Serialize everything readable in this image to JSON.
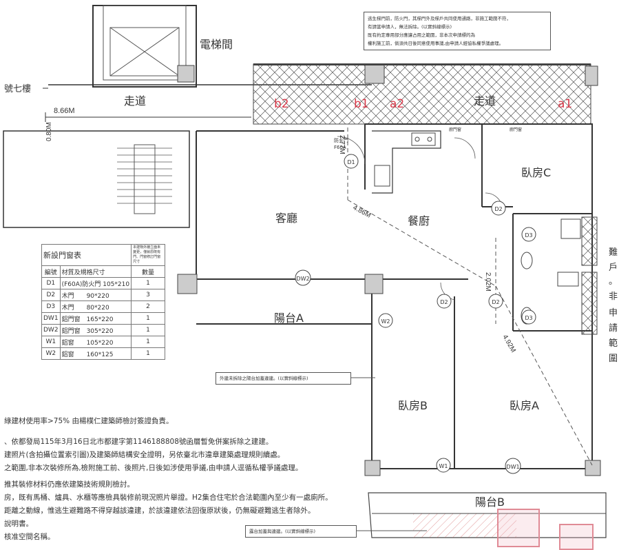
{
  "rooms": {
    "elevator_hall": "電梯間",
    "corridor_left": "走道",
    "corridor_right": "走道",
    "living_room": "客廳",
    "dining_kitchen": "餐廚",
    "bedroom_c": "臥房C",
    "bedroom_b": "臥房B",
    "bedroom_a": "臥房A",
    "balcony_a": "陽台A",
    "balcony_b": "陽台B"
  },
  "floor_label": "號七樓",
  "dimensions": {
    "corridor_width": "8.66M",
    "corridor_depth": "0.80M",
    "entry_depth": "2.77M",
    "diag_dining": "4.86M",
    "diag_bedroom": "4.92M",
    "vertical_mid": "2.02M"
  },
  "markers": [
    "b2",
    "b1",
    "a2",
    "a1"
  ],
  "door_tags": {
    "d1": "D1",
    "d2_c": "D2",
    "d2_b": "D2",
    "d2_a": "D2",
    "d3_top": "D3",
    "d3_bot": "D3",
    "dw1": "DW1",
    "dw2": "DW2",
    "w1": "W1",
    "w2": "W2"
  },
  "door_labels": {
    "fire_door": "防火門",
    "fire_door_type": "F60A",
    "kitchen_door": "廚門窗",
    "window_label": "廚門窗"
  },
  "table": {
    "title": "新設門窗表",
    "note": "本建物外牆立面未變更，僅就原既有門、門窗修訂門窗尺寸",
    "headers": [
      "編號",
      "材質及規格尺寸",
      "數量"
    ],
    "rows": [
      [
        "D1",
        "(F60A)防火門 105*210",
        "1"
      ],
      [
        "D2",
        "木門　　90*220",
        "3"
      ],
      [
        "D3",
        "木門　　80*220",
        "2"
      ],
      [
        "DW1",
        "鋁門窗　165*220",
        "1"
      ],
      [
        "DW2",
        "鋁門窗　305*220",
        "1"
      ],
      [
        "W1",
        "鋁窗　　105*220",
        "1"
      ],
      [
        "W2",
        "鋁窗　　160*125",
        "1"
      ]
    ]
  },
  "legend_top": {
    "line1": "逃生梯門前，防火門，其梯門外及梯戶共同使用通路，非施工範圍不符，",
    "line2": "有請當申請人，無法拆除。(以實斜線標示)",
    "line3": "既有約定專用部分應讓占用之範圍，非本次申請標的為",
    "line4": "權利施工前，倘須共日後同意使用事議,由申請人經協私權爭議處理。"
  },
  "callout_mid": "外建未拆除之陽台加蓋違建。(以實斜線標示)",
  "callout_bottom": "露台加蓋與違建。(以實斜線標示)",
  "right_edge_chars": [
    "難",
    "戶",
    "。",
    "非",
    "申",
    "請",
    "範",
    "圍"
  ],
  "notes": [
    "綠建材使用率>75% 由楊樸仁建築師檢討簽證負責。",
    "、依都發局115年3月16日北市都建字第1146188808號函層暫免併案拆除之建建。",
    "建照片(含拍攝位置索引圖)及建築師結構安全證明，另依臺北市違章建築處理規則續處。",
    "之範圍,非本次裝修所為,檢附施工前、後照片,日後如涉使用爭議,由申請人逕循私權爭議處理。",
    "推其裝修材料仍應依建築技術規則檢討。",
    "房，既有馬桶、爐具、水櫃等應檢具裝修前現況照片舉證。H2集合住宅於合法範圍內至少有一處廁所。",
    "距離之動線，惟逃生避難路不得穿越該違建，於該違建依法回復原狀後，仍無礙避難逃生者除外。",
    "說明書。",
    "核准空間名稱。"
  ]
}
